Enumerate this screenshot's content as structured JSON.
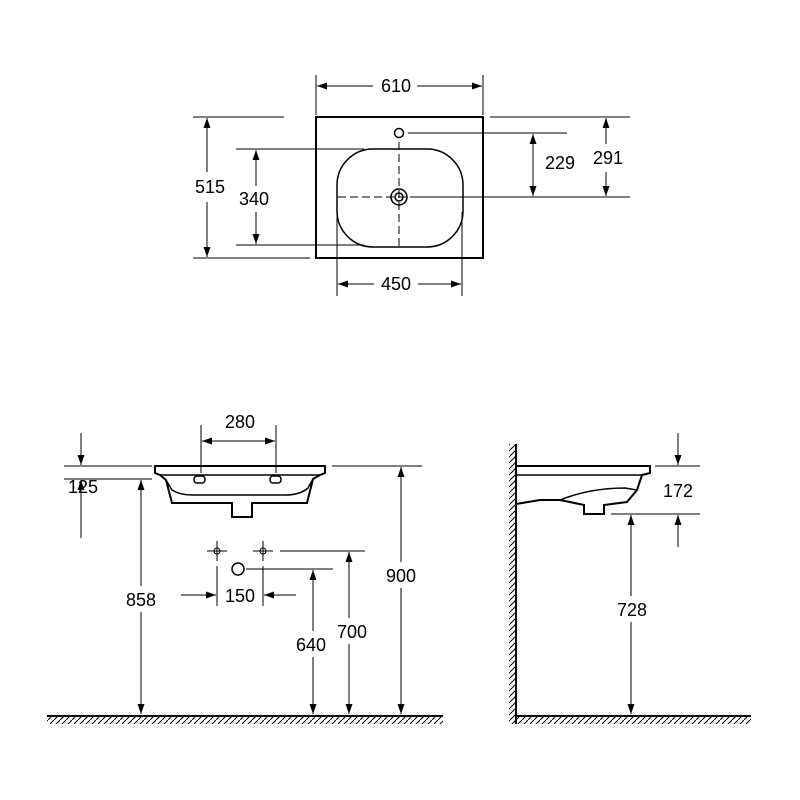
{
  "colors": {
    "ink": "#000000",
    "background": "#ffffff"
  },
  "top_view": {
    "width_610": "610",
    "depth_515": "515",
    "bowl_depth_340": "340",
    "bowl_width_450": "450",
    "tap_hole_229": "229",
    "drain_291": "291"
  },
  "front_view": {
    "tap_spacing_280": "280",
    "rim_height_125": "125",
    "supply_spacing_150": "150",
    "height_858": "858",
    "height_900": "900",
    "height_700": "700",
    "height_640": "640"
  },
  "side_view": {
    "rim_height_172": "172",
    "height_728": "728"
  }
}
